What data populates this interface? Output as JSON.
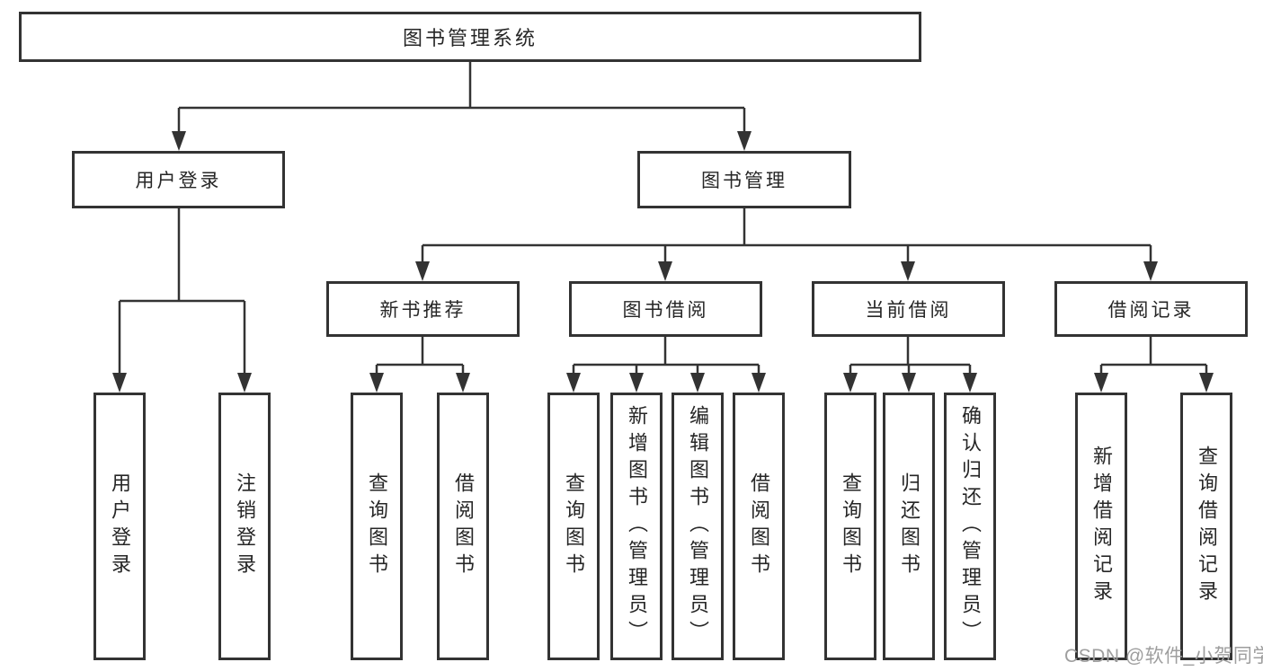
{
  "colors": {
    "line": "#333333",
    "box_border": "#333333",
    "box_background": "#ffffff",
    "text": "#262626",
    "watermark": "#9e9e9e",
    "background": "#ffffff"
  },
  "tree": {
    "root": {
      "label": "图书管理系统"
    },
    "level2": [
      {
        "label": "用户登录"
      },
      {
        "label": "图书管理"
      }
    ],
    "level3": [
      {
        "label": "新书推荐"
      },
      {
        "label": "图书借阅"
      },
      {
        "label": "当前借阅"
      },
      {
        "label": "借阅记录"
      }
    ],
    "leaves": {
      "user_login": [
        "用户登录",
        "注销登录"
      ],
      "new_book_recommend": [
        "查询图书",
        "借阅图书"
      ],
      "book_borrow": [
        "查询图书",
        "新增图书（管理员）",
        "编辑图书（管理员）",
        "借阅图书"
      ],
      "current_borrow": [
        "查询图书",
        "归还图书",
        "确认归还（管理员）"
      ],
      "borrow_records": [
        "新增借阅记录",
        "查询借阅记录"
      ]
    }
  },
  "watermark": {
    "text": "CSDN @软件_小贺同学"
  }
}
